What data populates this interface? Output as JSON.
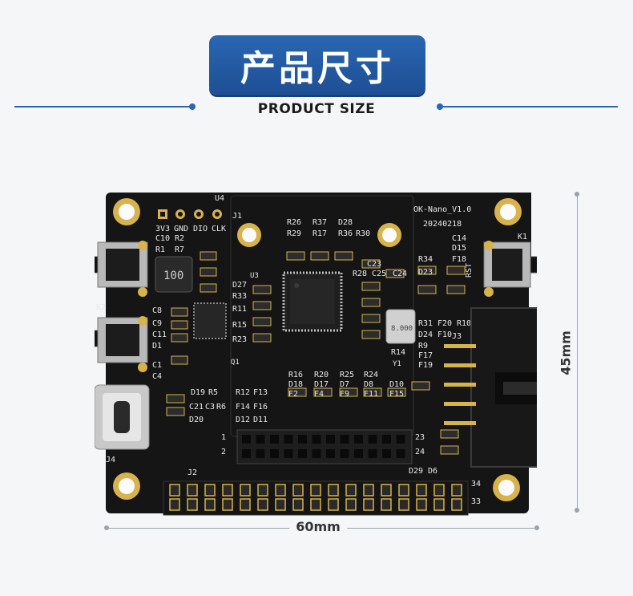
{
  "header": {
    "title": "产品尺寸",
    "subtitle": "PRODUCT SIZE"
  },
  "dimensions": {
    "height": "45mm",
    "width": "60mm"
  },
  "board": {
    "version_label": "OK-Nano_V1.0",
    "date_label": "20240218",
    "u4_header_labels": [
      "3V3",
      "GND",
      "DIO",
      "CLK"
    ],
    "misc_labels": [
      "U4",
      "J1",
      "K1",
      "K2",
      "J4",
      "J2",
      "J3",
      "RST",
      "Y1",
      "U3",
      "Q1"
    ],
    "pin_labels": [
      "23",
      "24",
      "34",
      "33",
      "1",
      "2"
    ],
    "component_labels": [
      "R26",
      "R37",
      "D28",
      "R29",
      "R17",
      "R36",
      "R30",
      "C10",
      "R2",
      "R1",
      "R7",
      "C14",
      "D15",
      "F18",
      "R34",
      "D23",
      "C23",
      "R28",
      "C25",
      "C24",
      "D27",
      "R33",
      "R11",
      "R15",
      "R23",
      "R31",
      "F20",
      "R10",
      "D24",
      "F10",
      "R9",
      "F17",
      "F19",
      "R14",
      "R16",
      "R20",
      "R25",
      "R24",
      "D18",
      "D17",
      "D7",
      "D8",
      "D10",
      "F2",
      "F4",
      "F9",
      "F11",
      "F15",
      "D19",
      "R5",
      "R12",
      "F13",
      "C21",
      "C3",
      "R6",
      "F14",
      "F16",
      "D20",
      "D12",
      "D11",
      "C8",
      "C9",
      "C11",
      "D1",
      "C1",
      "C4",
      "D29",
      "D6"
    ],
    "inductor_marking": "100",
    "crystal_marking": "8.000",
    "colors": {
      "pcb": "#151515",
      "gold": "#d8b24a",
      "silk": "#e8e8e8",
      "accent": "#2a66b3"
    }
  }
}
